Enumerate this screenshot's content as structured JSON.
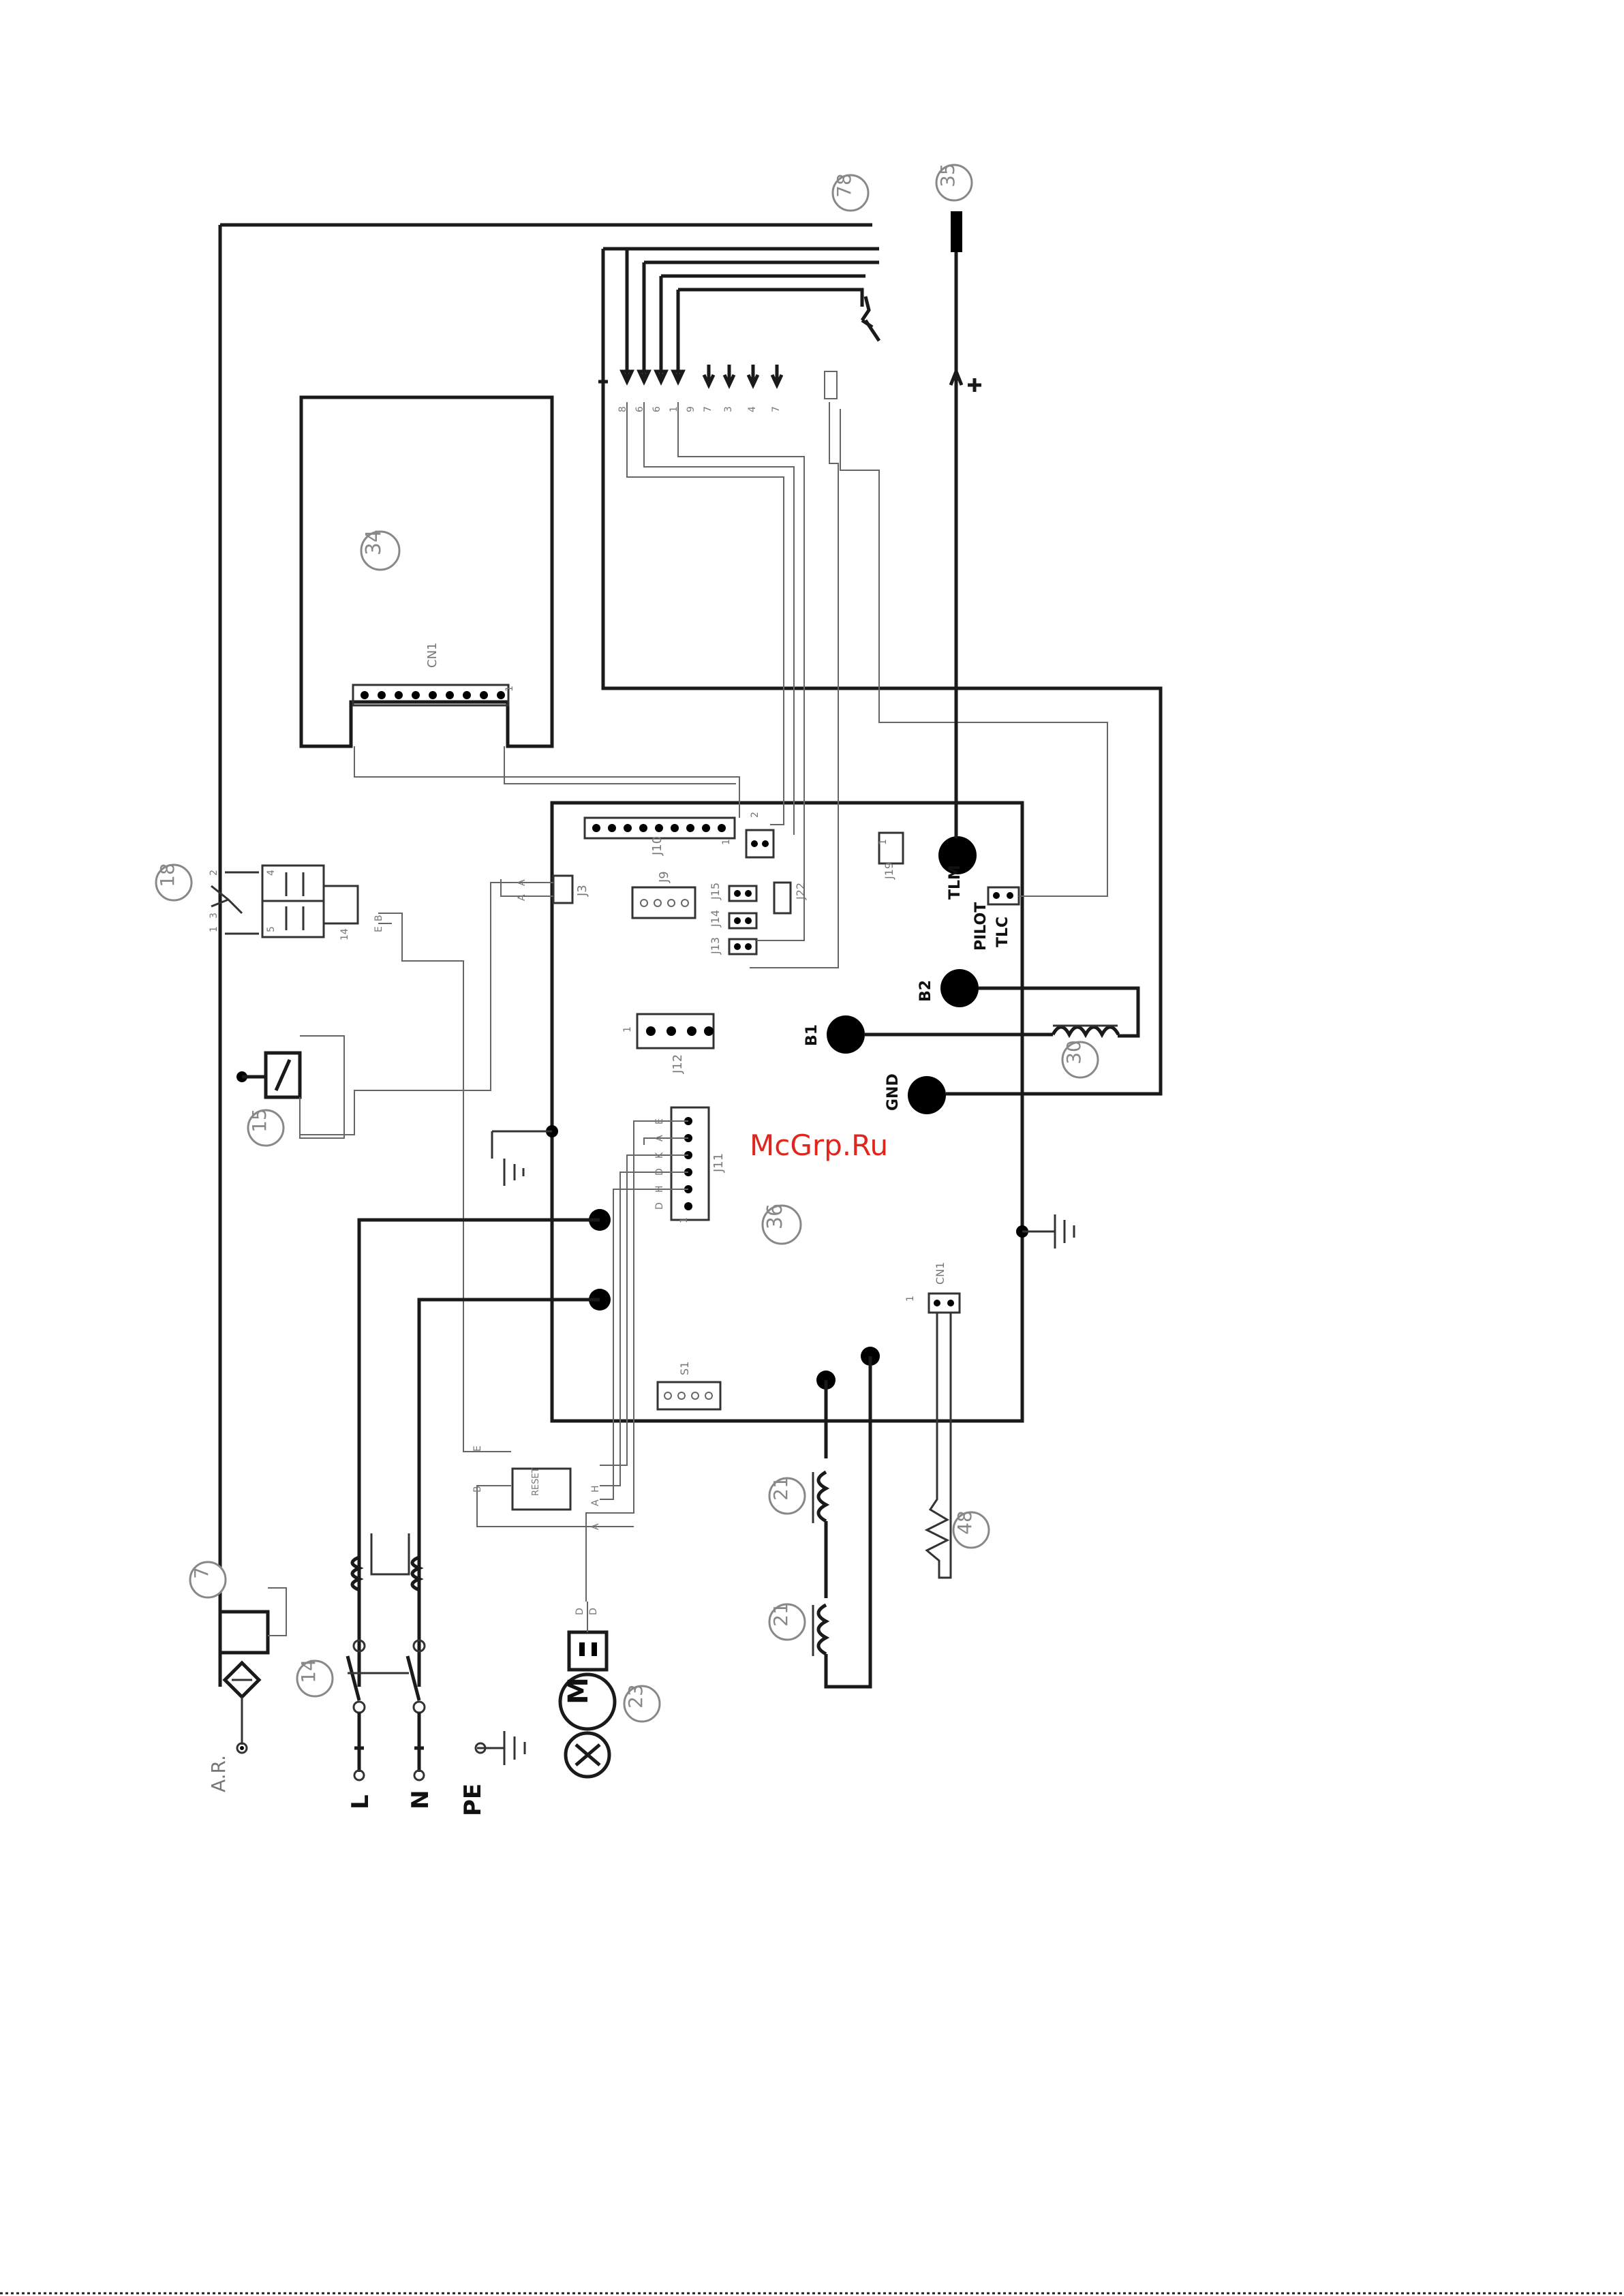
{
  "watermark": "McGrp.Ru",
  "callouts": {
    "c78": "78",
    "c35": "35",
    "c34": "34",
    "c18": "18",
    "c15": "15",
    "c36": "36",
    "c30": "30",
    "c21a": "21",
    "c21b": "21",
    "c48": "48",
    "c7": "7",
    "c14": "14",
    "c23": "23"
  },
  "terminals": {
    "air": "A.R.",
    "line": "L",
    "neutral": "N",
    "earth": "PE"
  },
  "board_contacts": {
    "tlm": "TLM",
    "pilot": "PILOT",
    "tlc": "TLC",
    "b2": "B2",
    "b1": "B1",
    "gnd": "GND"
  },
  "connectors": {
    "cn1_top": "CN1",
    "cn1_bottom": "CN1",
    "j3": "J3",
    "j9": "J9",
    "j10": "J10",
    "j11": "J11",
    "j12": "J12",
    "j19": "J19",
    "j22": "J22",
    "j13": "J13",
    "j14": "J14",
    "j15": "J15",
    "s1": "S1",
    "reset": "RESET"
  },
  "wire_codes": {
    "torch_pins": [
      "8",
      "6",
      "6",
      "1",
      "9",
      "7",
      "3",
      "4",
      "7"
    ],
    "j11_pins": [
      "E",
      "A",
      "K",
      "D",
      "H",
      "D"
    ],
    "j3_pins": [
      "A",
      "A"
    ],
    "valve_ports": [
      "4",
      "2",
      "5",
      "3",
      "1",
      "14"
    ],
    "valve_codes": [
      "B",
      "E"
    ],
    "reset_codes": [
      "E",
      "B",
      "H",
      "A",
      "A"
    ],
    "motor_codes": [
      "D",
      "D"
    ],
    "misc": [
      "1",
      "1",
      "2",
      "1",
      "1",
      "1",
      "1"
    ]
  }
}
